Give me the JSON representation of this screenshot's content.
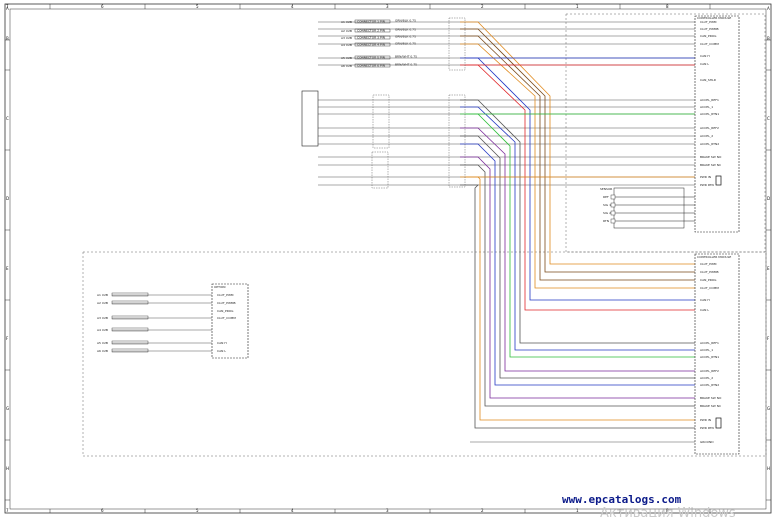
{
  "border": {
    "columns": [
      "7",
      "6",
      "5",
      "4",
      "3",
      "2",
      "1",
      "8"
    ],
    "rows": [
      "B",
      "C",
      "D",
      "E",
      "F",
      "G",
      "H",
      "A"
    ]
  },
  "watermark": {
    "text": "www.epcatalogs.com"
  },
  "os_watermark": {
    "text": "Активация Windows"
  },
  "colors": {
    "frame": "#333333",
    "wire_orange": "#e08a1e",
    "wire_brown": "#7a4a1a",
    "wire_red": "#e0262a",
    "wire_blue": "#2438c4",
    "wire_green": "#2fbf3a",
    "wire_purple": "#7a2a9a",
    "wire_gray": "#555555",
    "watermark": "#0b1a8a"
  },
  "upper_left_connectors": [
    {
      "id": "A1 X2B",
      "label": "CONNECTOR 1 PIN",
      "wire": "GRN/BLK 0.75"
    },
    {
      "id": "A2 X2B",
      "label": "CONNECTOR 2 PIN",
      "wire": "GRN/BLK 0.75"
    },
    {
      "id": "A3 X2B",
      "label": "CONNECTOR 3 PIN",
      "wire": "GRN/BLK 0.75"
    },
    {
      "id": "A4 X2B",
      "label": "CONNECTOR 4 PIN",
      "wire": "GRN/BLK 0.75"
    },
    {
      "id": "A5 X2B",
      "label": "CONNECTOR 5 PIN",
      "wire": "BRN/WHT 0.75"
    },
    {
      "id": "A6 X2B",
      "label": "CONNECTOR 6 PIN",
      "wire": "BRN/WHT 0.75"
    }
  ],
  "right_panel_top": {
    "title": "CONTROLLER MODULE",
    "pins": [
      "CLUT_PWM",
      "CLUT_PWMB",
      "CAN_PROG",
      "CLUT_COMM",
      "CAN H",
      "CAN L",
      "CAN_SHLD",
      "ACCEL_REF1",
      "ACCEL_1",
      "ACCEL_RTN1",
      "ACCEL_REF2",
      "ACCEL_2",
      "ACCEL_RTN2",
      "BRAKE SW NO",
      "BRAKE SW NC",
      "PWR IN",
      "PWR RTN"
    ]
  },
  "right_panel_bottom": {
    "title": "CONTROLLER MODULE",
    "pins": [
      "CLUT_PWM",
      "CLUT_PWMB",
      "CAN_PROG",
      "CLUT_COMM",
      "CAN H",
      "CAN L",
      "ACCEL_REF1",
      "ACCEL_1",
      "ACCEL_RTN1",
      "ACCEL_REF2",
      "ACCEL_2",
      "ACCEL_RTN2",
      "BRAKE SW NO",
      "BRAKE SW NC",
      "PWR IN",
      "PWR RTN",
      "GROUND"
    ]
  },
  "lower_left_box": {
    "title": "OPTION",
    "pins": [
      "CLUT_PWM",
      "CLUT_PWMB",
      "CAN_PROG",
      "CLUT_COMM",
      "CAN H",
      "CAN L"
    ]
  },
  "middle_box": {
    "title": "SENSOR",
    "pins": [
      "REF",
      "SIG 1",
      "SIG 2",
      "RTN"
    ]
  }
}
